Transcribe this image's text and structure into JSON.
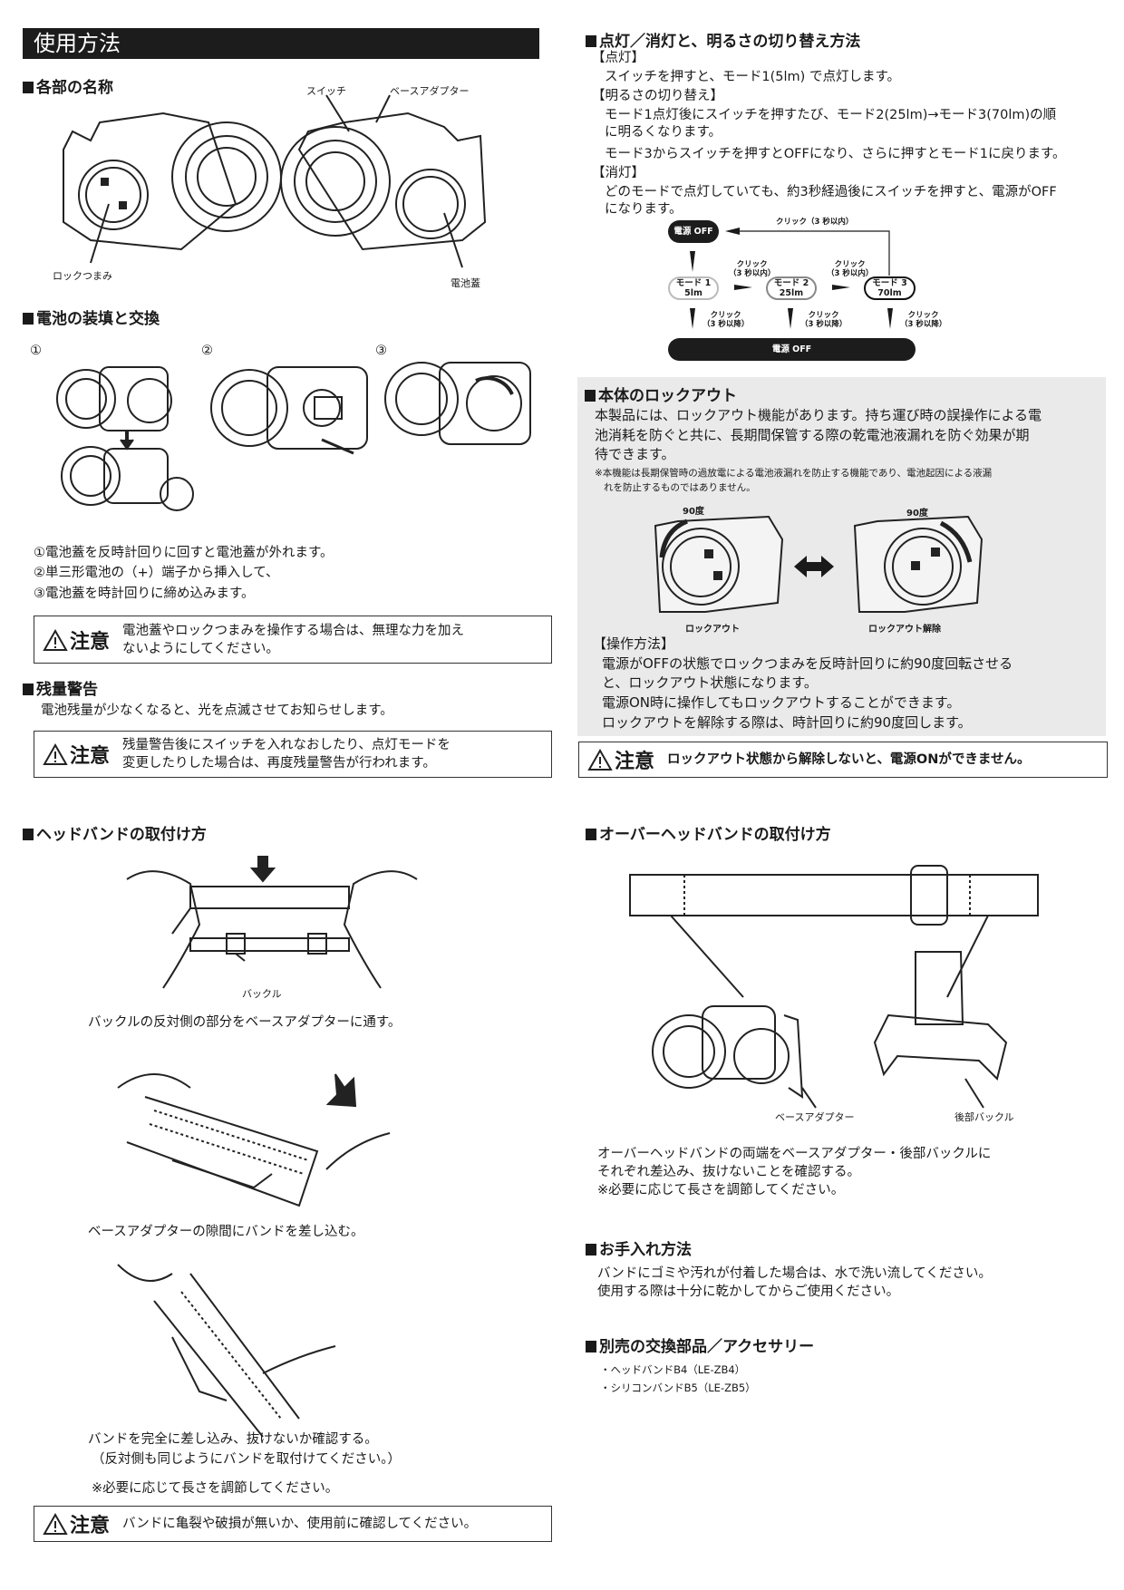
{
  "title": "使用方法",
  "parts": {
    "heading": "各部の名称",
    "switch": "スイッチ",
    "base_adapter": "ベースアダプター",
    "lock_knob": "ロックつまみ",
    "battery_cover": "電池蓋"
  },
  "battery": {
    "heading": "電池の装填と交換",
    "steps_nums": [
      "①",
      "②",
      "③"
    ],
    "steps": [
      "①電池蓋を反時計回りに回すと電池蓋が外れます。",
      "②単三形電池の（+）端子から挿入して、",
      "③電池蓋を時計回りに締め込みます。"
    ],
    "caution_label": "注意",
    "caution": [
      "電池蓋やロックつまみを操作する場合は、無理な力を加え",
      "ないようにしてください。"
    ]
  },
  "low": {
    "heading": "残量警告",
    "text": "電池残量が少なくなると、光を点滅させてお知らせします。",
    "caution_label": "注意",
    "caution": [
      "残量警告後にスイッチを入れなおしたり、点灯モードを",
      "変更したりした場合は、再度残量警告が行われます。"
    ]
  },
  "headband": {
    "heading": "ヘッドバンドの取付け方",
    "buckle": "バックル",
    "step1": "バックルの反対側の部分をベースアダプターに通す。",
    "step2": "ベースアダプターの隙間にバンドを差し込む。",
    "step3": [
      "バンドを完全に差し込み、抜けないか確認する。",
      "（反対側も同じようにバンドを取付けてください。）"
    ],
    "note": "※必要に応じて長さを調節してください。",
    "caution_label": "注意",
    "caution": "バンドに亀裂や破損が無いか、使用前に確認してください。"
  },
  "modes": {
    "heading": "点灯／消灯と、明るさの切り替え方法",
    "on_label": "【点灯】",
    "on_text": "スイッチを押すと、モード1(5lm) で点灯します。",
    "switch_label": "【明るさの切り替え】",
    "switch_text": [
      "モード1点灯後にスイッチを押すたび、モード2(25lm)→モード3(70lm)の順",
      "に明るくなります。",
      "モード3からスイッチを押すとOFFになり、さらに押すとモード1に戻ります。"
    ],
    "off_label": "【消灯】",
    "off_text": [
      "どのモードで点灯していても、約3秒経過後にスイッチを押すと、電源がOFF",
      "になります。"
    ],
    "diagram": {
      "power_off": "電源 OFF",
      "mode1": [
        "モード 1",
        "5lm"
      ],
      "mode2": [
        "モード 2",
        "25lm"
      ],
      "mode3": [
        "モード 3",
        "70lm"
      ],
      "click_within": [
        "クリック",
        "（3 秒以内）"
      ],
      "click_within_top": "クリック（3 秒以内）",
      "click_after": [
        "クリック",
        "（3 秒以降）"
      ],
      "power_off_bottom": "電源 OFF"
    }
  },
  "lockout": {
    "heading": "本体のロックアウト",
    "text": [
      "本製品には、ロックアウト機能があります。持ち運び時の誤操作による電",
      "池消耗を防ぐと共に、長期間保管する際の乾電池液漏れを防ぐ効果が期",
      "待できます。"
    ],
    "note": [
      "※本機能は長期保管時の過放電による電池液漏れを防止する機能であり、電池起因による液漏",
      "れを防止するものではありません。"
    ],
    "deg": "90度",
    "locked": "ロックアウト",
    "unlocked": "ロックアウト解除",
    "op_label": "【操作方法】",
    "op": [
      "電源がOFFの状態でロックつまみを反時計回りに約90度回転させる",
      "と、ロックアウト状態になります。",
      "電源ON時に操作してもロックアウトすることができます。",
      "ロックアウトを解除する際は、時計回りに約90度回します。"
    ],
    "caution_label": "注意",
    "caution": "ロックアウト状態から解除しないと、電源ONができません。"
  },
  "overhead": {
    "heading": "オーバーヘッドバンドの取付け方",
    "base_adapter": "ベースアダプター",
    "rear_buckle": "後部バックル",
    "text": [
      "オーバーヘッドバンドの両端をベースアダプター・後部バックルに",
      "それぞれ差込み、抜けないことを確認する。",
      "※必要に応じて長さを調節してください。"
    ]
  },
  "care": {
    "heading": "お手入れ方法",
    "text": [
      "バンドにゴミや汚れが付着した場合は、水で洗い流してください。",
      "使用する際は十分に乾かしてからご使用ください。"
    ]
  },
  "parts_sale": {
    "heading": "別売の交換部品／アクセサリー",
    "items": [
      "・ヘッドバンドB4（LE-ZB4）",
      "・シリコンバンドB5（LE-ZB5）"
    ]
  }
}
